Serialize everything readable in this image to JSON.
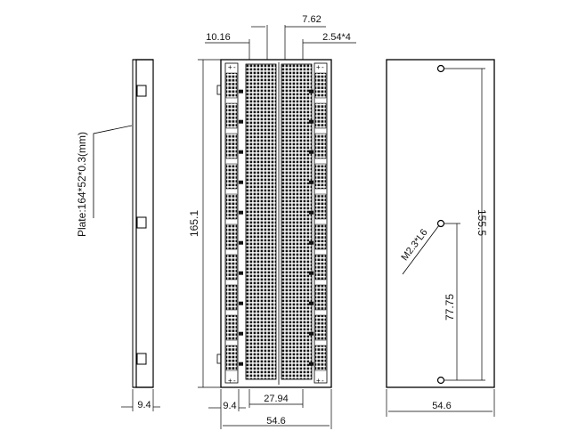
{
  "drawing": {
    "plate_label": "Plate:164*52*0.3(mm)",
    "side_width": "9.4",
    "front": {
      "top_pitch": "7.62",
      "top_left": "10.16",
      "top_right": "2.54*4",
      "height": "165.1",
      "bottom_left": "9.4",
      "bottom_center": "27.94",
      "bottom_width": "54.6",
      "rail_plus": "+",
      "rail_minus": "-"
    },
    "back": {
      "hole_label": "M2.3*L6",
      "height_total": "155.5",
      "height_half": "77.75",
      "width": "54.6"
    }
  }
}
